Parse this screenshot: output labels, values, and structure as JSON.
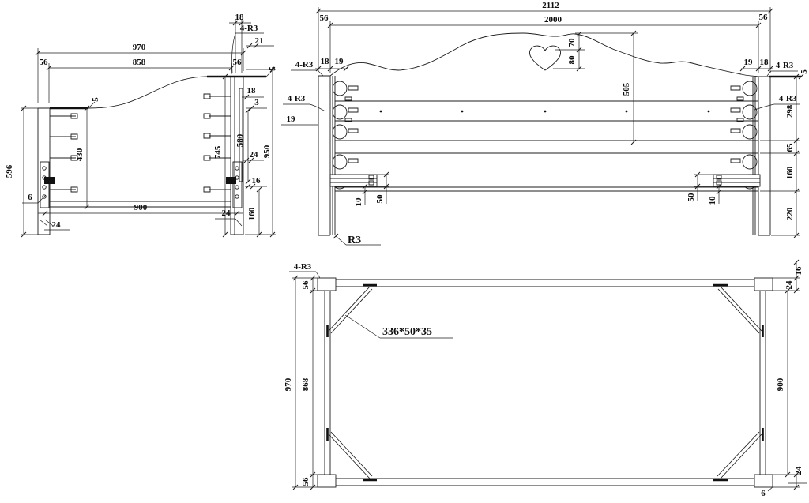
{
  "colors": {
    "background": "#ffffff",
    "line": "#1c1c1c"
  },
  "views": {
    "end_view": {
      "width_overall": "970",
      "width_inner": "858",
      "post_width_left": "56",
      "post_width_right": "56",
      "top_tenon_18": "18",
      "corner_radius": "4-R3",
      "top_offset_21": "21",
      "step_left_5": "5",
      "step_right_5": "5",
      "height_overall": "950",
      "height_left_post": "596",
      "height_rail_gap": "430",
      "height_right_post": "745",
      "right_18": "18",
      "right_3": "3",
      "right_580": "580",
      "right_24": "24",
      "right_16": "16",
      "right_160": "160",
      "bottom_left_24": "24",
      "bottom_right_24": "24",
      "left_6": "6",
      "bottom_rail_width": "900"
    },
    "side_view": {
      "width_overall": "2112",
      "width_inner": "2000",
      "post_width_left": "56",
      "post_width_right": "56",
      "left_corner_radius": "4-R3",
      "left_18": "18",
      "left_19": "19",
      "left_mid_radius": "4-R3",
      "left_mid_19": "19",
      "heart_offset_70": "70",
      "heart_height_80": "80",
      "panel_height": "505",
      "right_19": "19",
      "right_18": "18",
      "right_corner_radius": "4-R3",
      "right_step_5": "5",
      "right_mid_radius": "4-R3",
      "chain_298": "298",
      "chain_65": "65",
      "chain_160": "160",
      "chain_220": "220",
      "bracket_left_10": "10",
      "bracket_left_50": "50",
      "bracket_right_50": "50",
      "bracket_right_10": "10",
      "corner_label_r3": "R3"
    },
    "plan_view": {
      "corner_radius": "4-R3",
      "end_56_top": "56",
      "width_overall": "970",
      "width_inner": "868",
      "end_56_bottom": "56",
      "brace_size": "336*50*35",
      "right_16": "16",
      "right_24_top": "24",
      "right_900": "900",
      "right_24_bottom": "24",
      "right_6": "6"
    }
  }
}
